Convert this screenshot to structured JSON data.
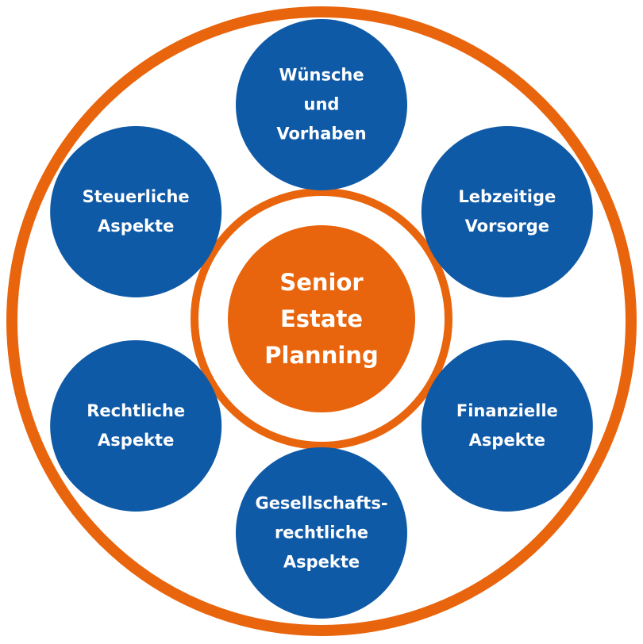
{
  "colors": {
    "orange": "#e8650d",
    "blue": "#0f5aa6",
    "connector": "#0f3f7a",
    "background": "#ffffff"
  },
  "center": {
    "lines": [
      "Senior",
      "Estate",
      "Planning"
    ]
  },
  "nodes": [
    {
      "id": "wuensche-und-vorhaben",
      "lines": [
        "Wünsche",
        "und",
        "Vorhaben"
      ]
    },
    {
      "id": "lebzeitige-vorsorge",
      "lines": [
        "Lebzeitige",
        "Vorsorge"
      ]
    },
    {
      "id": "finanzielle-aspekte",
      "lines": [
        "Finanzielle",
        "Aspekte"
      ]
    },
    {
      "id": "gesellschaftsrechtliche-aspekte",
      "lines": [
        "Gesellschafts-",
        "rechtliche",
        "Aspekte"
      ]
    },
    {
      "id": "rechtliche-aspekte",
      "lines": [
        "Rechtliche",
        "Aspekte"
      ]
    },
    {
      "id": "steuerliche-aspekte",
      "lines": [
        "Steuerliche",
        "Aspekte"
      ]
    }
  ]
}
